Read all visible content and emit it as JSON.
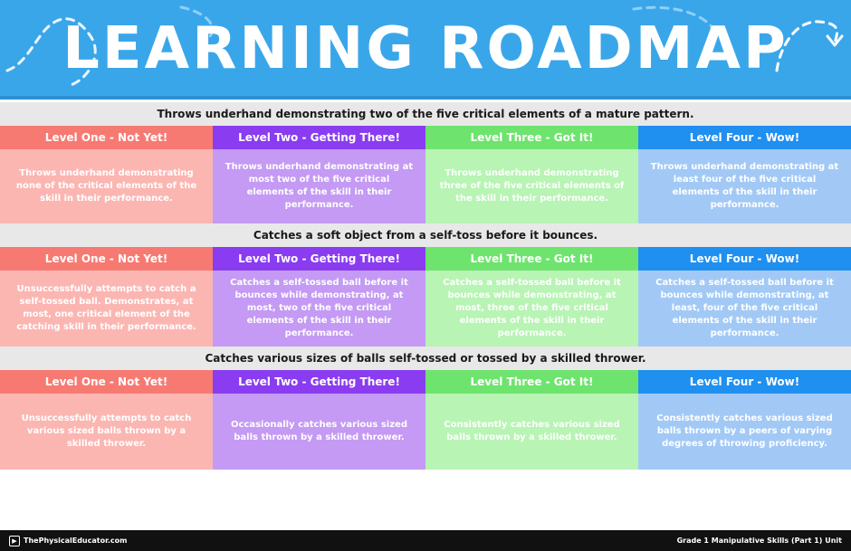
{
  "title": "LEARNING ROADMAP",
  "colors": {
    "header": "#3aa6ea",
    "level1_head": "#f77a72",
    "level1_body": "#fbb6b2",
    "level2_head": "#8a3cf0",
    "level2_body": "#c49af4",
    "level3_head": "#6ee46e",
    "level3_body": "#b8f4b4",
    "level4_head": "#1f8ff0",
    "level4_body": "#a2c9f6"
  },
  "levels": [
    "Level One - Not Yet!",
    "Level Two - Getting There!",
    "Level Three - Got It!",
    "Level Four - Wow!"
  ],
  "skills": [
    {
      "title": "Throws underhand demonstrating two of the five critical elements of a mature pattern.",
      "descriptions": [
        "Throws underhand demonstrating none of the critical elements of the skill in their performance.",
        "Throws underhand demonstrating at most two of the five critical elements of the skill in their performance.",
        "Throws underhand demonstrating three of the five critical elements of the skill in their performance.",
        "Throws underhand demonstrating at least four of the five critical elements of the skill in their performance."
      ]
    },
    {
      "title": "Catches a soft object from a self-toss before it bounces.",
      "descriptions": [
        "Unsuccessfully attempts to catch a self-tossed ball. Demonstrates, at most, one critical element of the catching skill in their performance.",
        "Catches a self-tossed ball before it bounces while demonstrating, at most, two of the five critical elements of the skill in their performance.",
        "Catches a self-tossed ball before it bounces while demonstrating, at most, three of the five critical elements of the skill in their performance.",
        "Catches a self-tossed ball before it bounces while demonstrating, at least, four of the five critical elements of the skill in their performance."
      ]
    },
    {
      "title": "Catches various sizes of balls self-tossed or tossed by a skilled thrower.",
      "descriptions": [
        "Unsuccessfully attempts to catch various sized balls thrown by a skilled thrower.",
        "Occasionally catches various sized balls thrown by a skilled thrower.",
        "Consistently catches various sized balls thrown by a skilled thrower.",
        "Consistently catches various sized balls thrown by a peers of varying degrees of throwing proficiency."
      ]
    }
  ],
  "footer": {
    "brand": "ThePhysicalEducator.com",
    "unit": "Grade 1 Manipulative Skills (Part 1) Unit"
  }
}
